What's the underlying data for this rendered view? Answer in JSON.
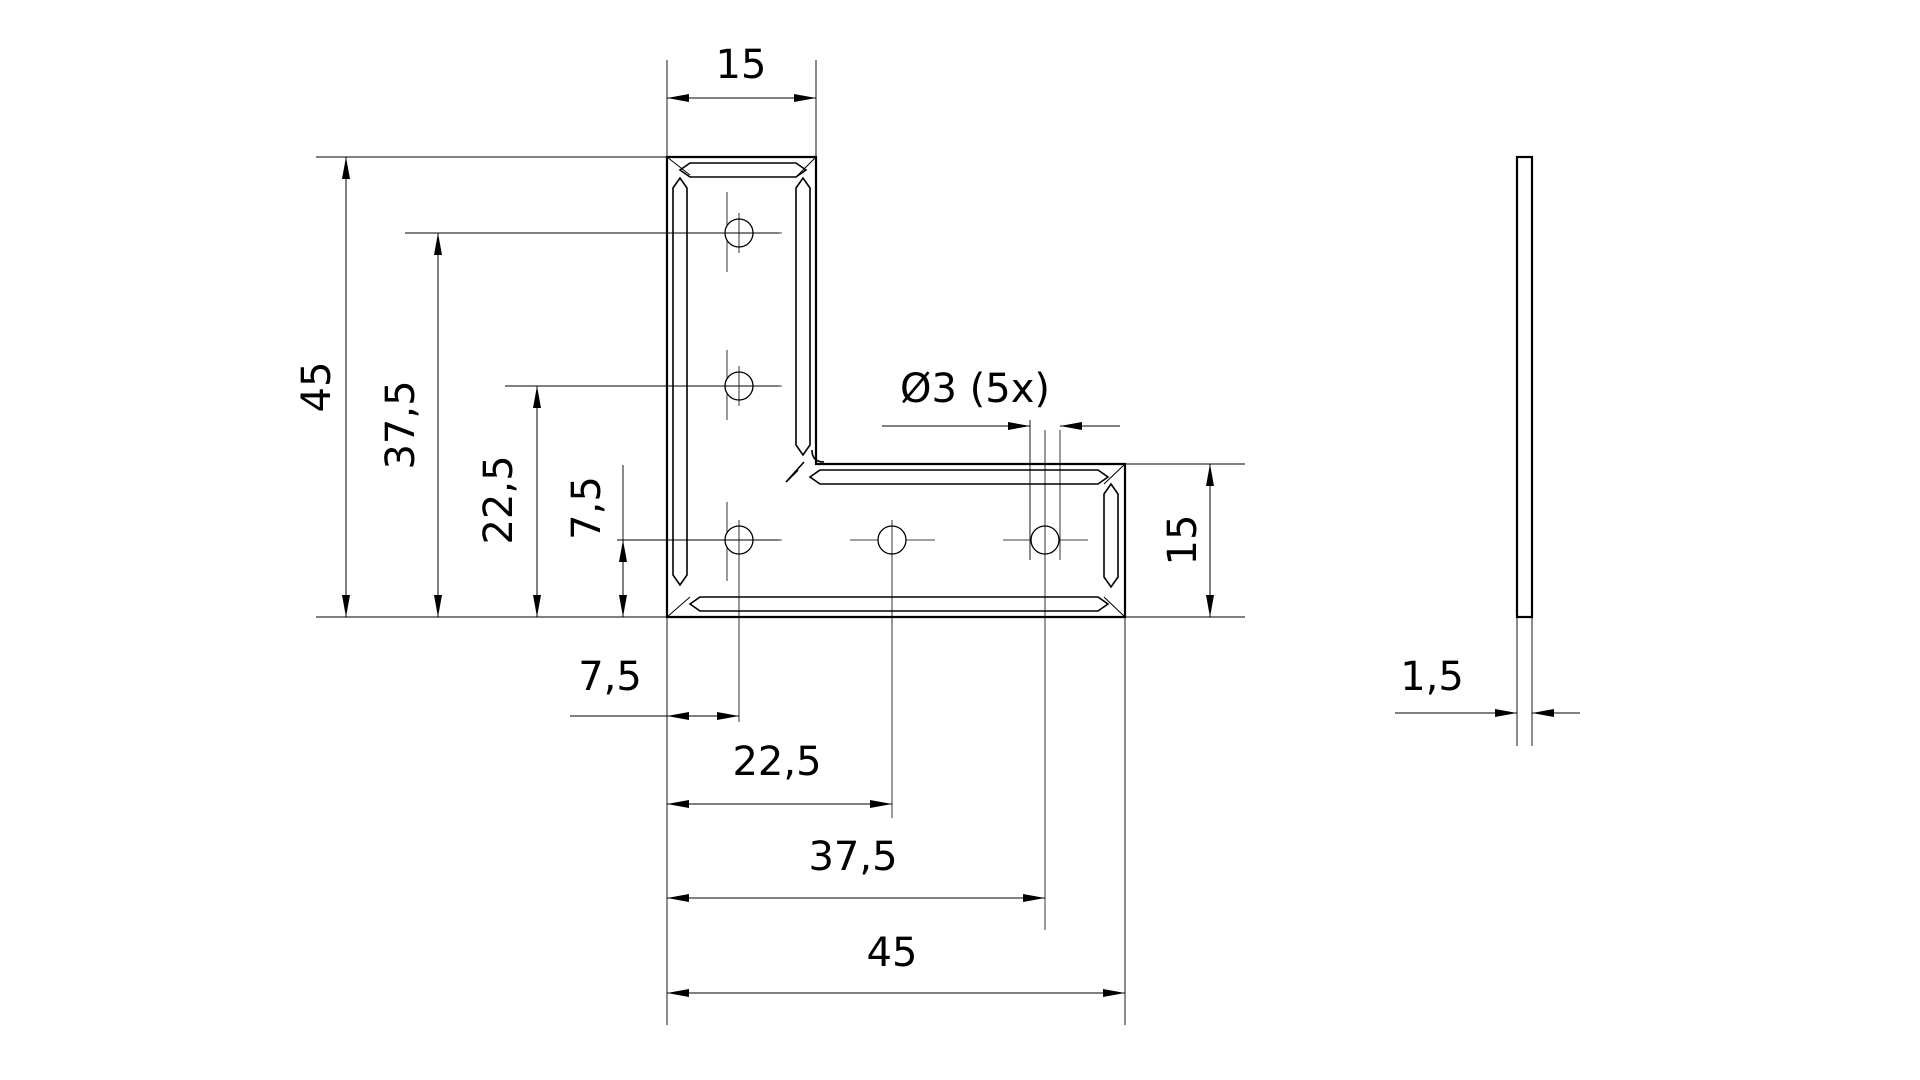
{
  "drawing": {
    "dimensions": {
      "top_width": "15",
      "overall_height": "45",
      "hole_top_height": "37,5",
      "hole_mid_height": "22,5",
      "hole_low_height": "7,5",
      "arm_height": "15",
      "hole_diameter": "Ø3 (5x)",
      "hole_offset_x": "7,5",
      "hole_mid_x": "22,5",
      "hole_far_x": "37,5",
      "overall_width": "45",
      "thickness": "1,5"
    }
  }
}
